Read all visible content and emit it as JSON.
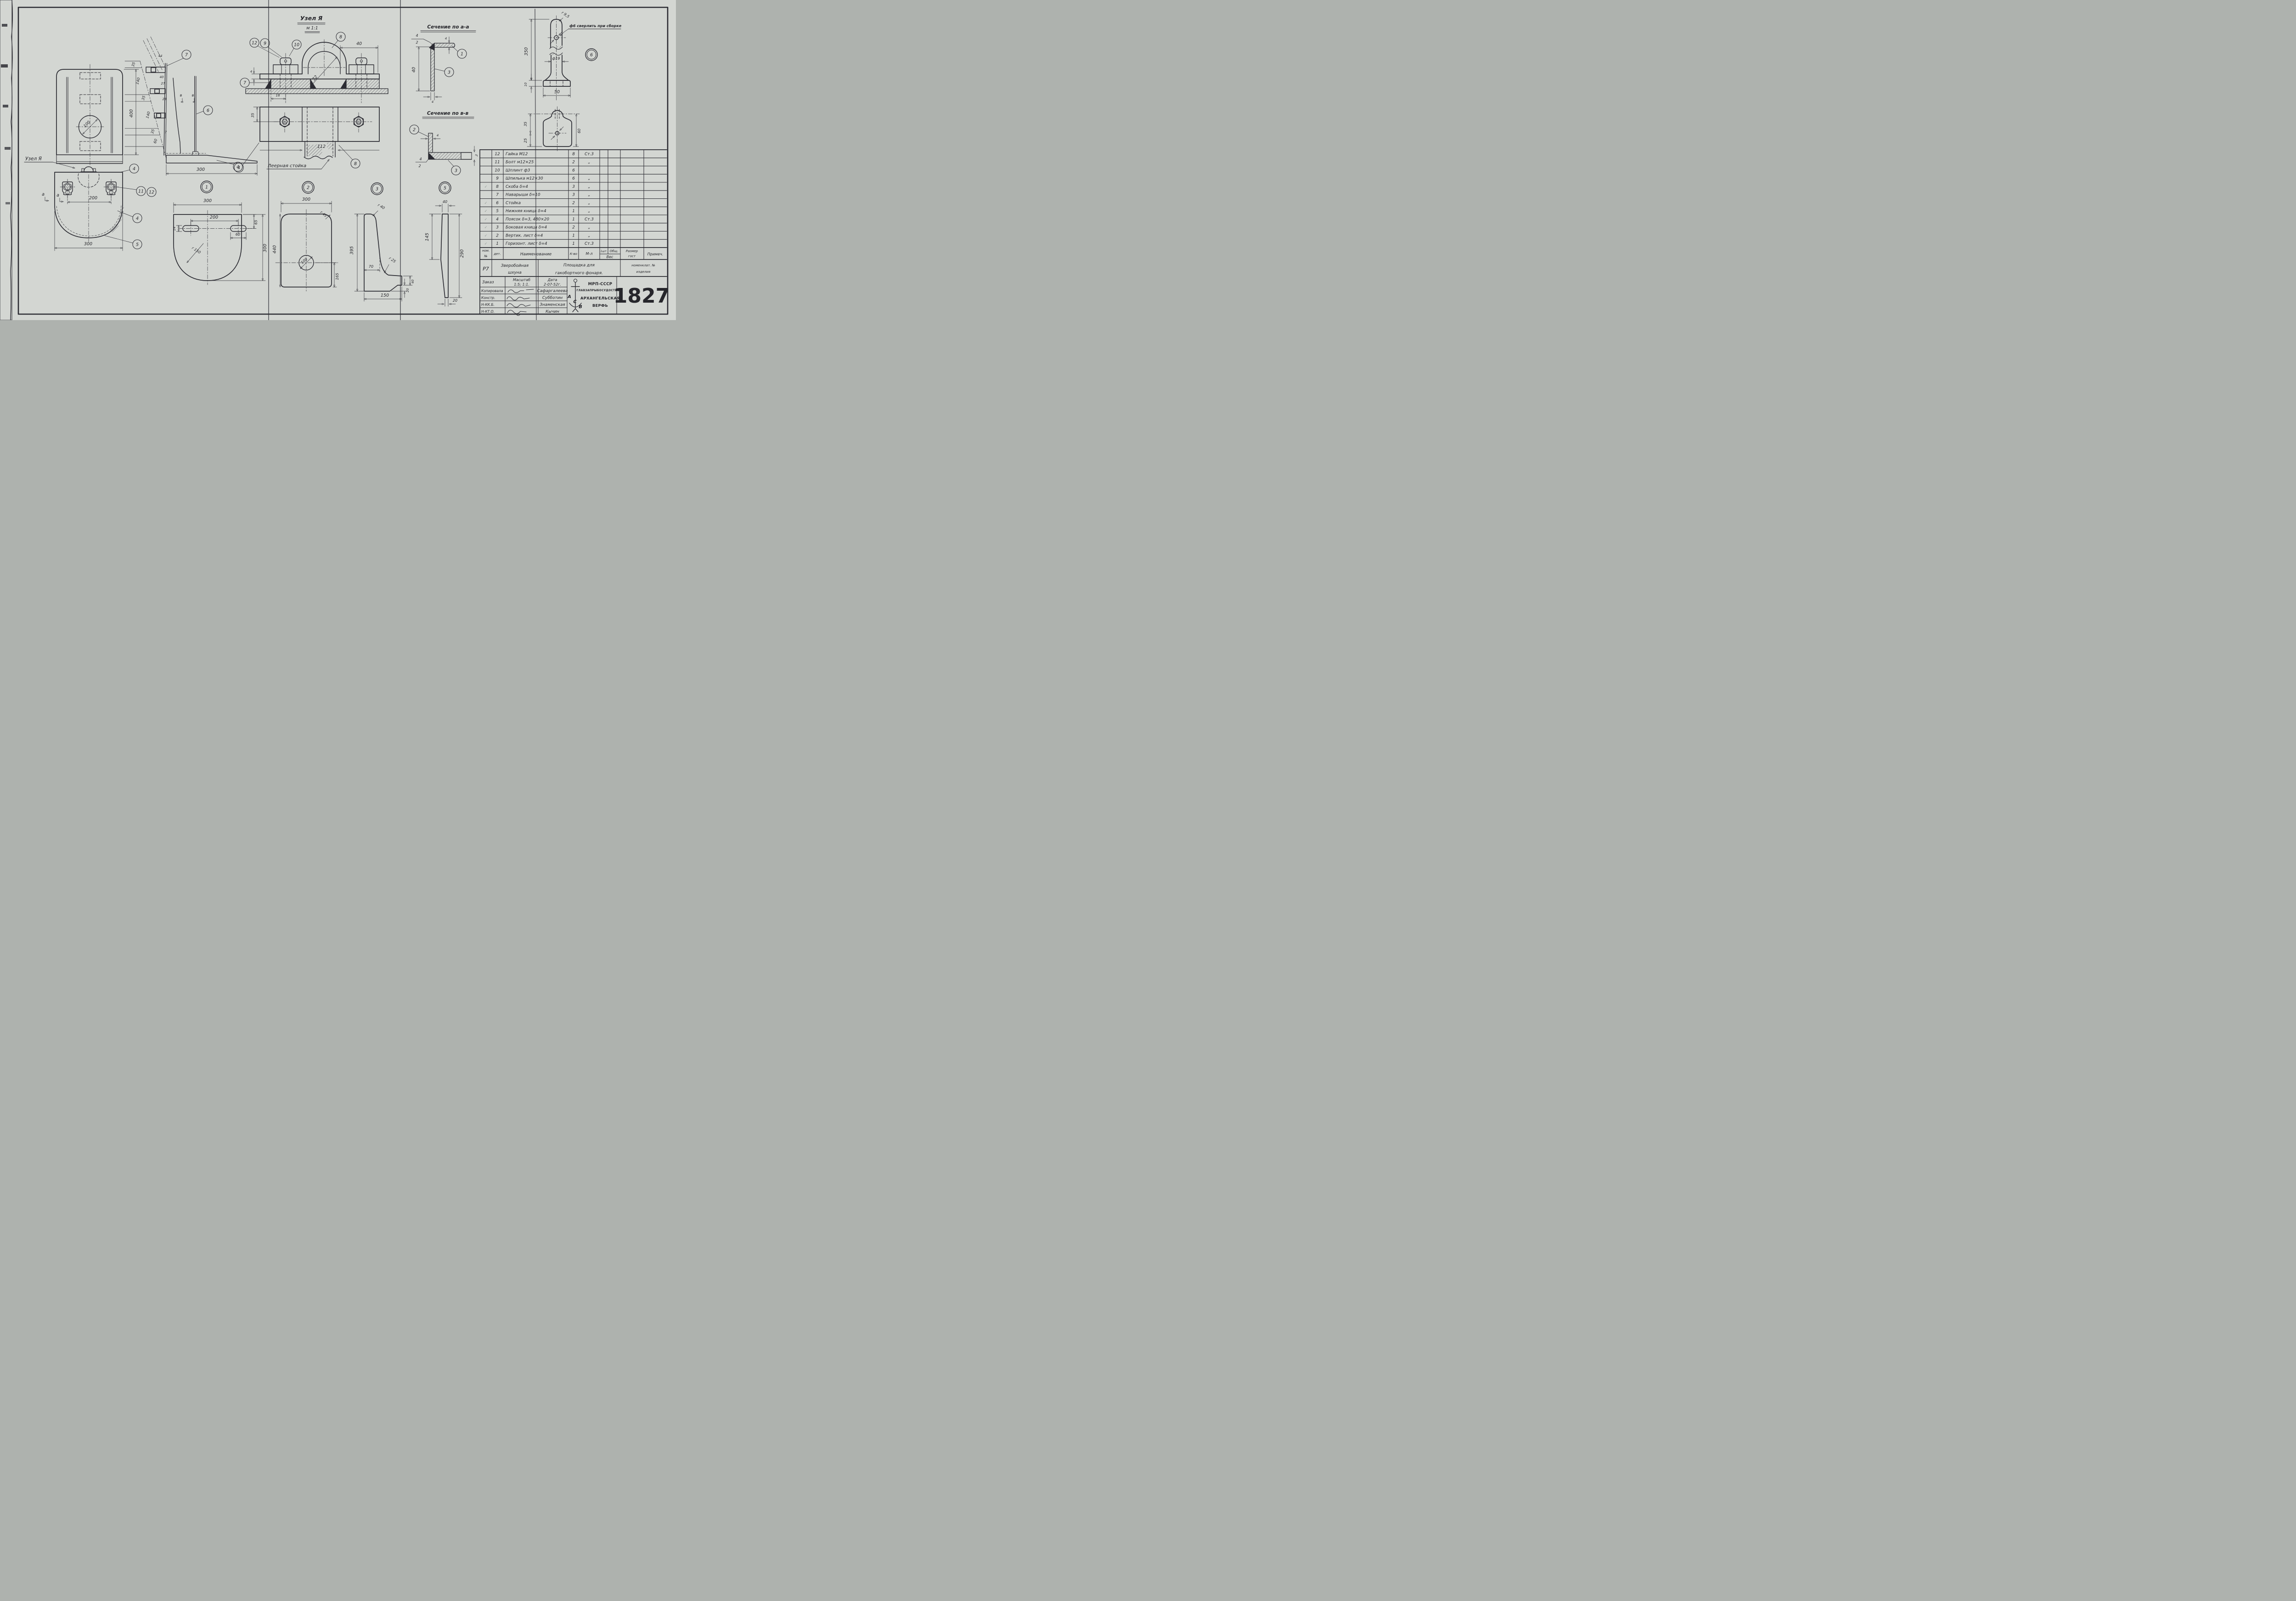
{
  "doc": {
    "number": "1827",
    "project_code": "Р7",
    "ship_l1": "Зверобойная",
    "ship_l2": "шхуна",
    "title_l1": "Площадка для",
    "title_l2": "гакобортного фонаря.",
    "nomen_l1": "номенклат. №",
    "nomen_l2": "изделия",
    "order_label": "Заказ",
    "scale_label": "Масштаб",
    "scale_value": "1:5; 1:1.",
    "date_label": "Дата",
    "date_value": "2-07-52г.",
    "org": {
      "l1": "МРП-СССР",
      "l2": "ГЛАВЗАПРЫБОСУДОСТРОЙ",
      "l3": "АРХАНГЕЛЬСКАЯ",
      "l4": "ВЕРФЬ",
      "logo_a": "А",
      "logo_s": "С",
      "logo_v": "В"
    },
    "sign_rows": [
      {
        "role": "Копировала",
        "name": "Сафаргалеева"
      },
      {
        "role": "Констр.",
        "name": "Субботин"
      },
      {
        "role": "Н-КК.Б.",
        "name": "Знаменская"
      },
      {
        "role": "Н-КТ.О.",
        "name": "Кычин"
      }
    ]
  },
  "table": {
    "header": {
      "c0a": "ном.",
      "c0b": "№",
      "c1": "дет.",
      "c2": "Наименование",
      "c3": "К-во",
      "c4": "М-л",
      "c5": "1шт.",
      "c6": "Общ.",
      "c56": "Вес",
      "c7a": "Размер",
      "c7b": "гост",
      "c8": "Примеч."
    },
    "rows": [
      {
        "no": "12",
        "name": "Гайка  М12",
        "qty": "8",
        "mat": "Ст.3",
        "chk": ""
      },
      {
        "no": "11",
        "name": "Болт  м12×25",
        "qty": "2",
        "mat": "„",
        "chk": ""
      },
      {
        "no": "10",
        "name": "Шплинт  ф3",
        "qty": "6",
        "mat": "",
        "chk": ""
      },
      {
        "no": "9",
        "name": "Шпилька  м12×30",
        "qty": "6",
        "mat": "„",
        "chk": ""
      },
      {
        "no": "8",
        "name": "Скоба  δ=4",
        "qty": "3",
        "mat": "„",
        "chk": "✓"
      },
      {
        "no": "7",
        "name": "Наварыши  δ=10",
        "qty": "3",
        "mat": "„",
        "chk": ""
      },
      {
        "no": "6",
        "name": "Стойка",
        "qty": "2",
        "mat": "„",
        "chk": "✓"
      },
      {
        "no": "5",
        "name": "Нижняя кница δ=4",
        "qty": "1",
        "mat": "„",
        "chk": "✓"
      },
      {
        "no": "4",
        "name": "Поясок δ=3, 480×20",
        "qty": "1",
        "mat": "Ст.3",
        "chk": "✓"
      },
      {
        "no": "3",
        "name": "Боковая кница δ=4",
        "qty": "2",
        "mat": "„",
        "chk": "✓"
      },
      {
        "no": "2",
        "name": "Вертик. лист δ=4",
        "qty": "1",
        "mat": "„",
        "chk": "✓"
      },
      {
        "no": "1",
        "name": "Горизонт. лист δ=4",
        "qty": "1",
        "mat": "Ст.3",
        "chk": "✓"
      }
    ]
  },
  "uzel": {
    "title": "Узел Я",
    "scale": "м 1:1",
    "b12": "12",
    "b9": "9",
    "b10": "10",
    "b8": "8",
    "b7": "7",
    "b8b": "8",
    "b4": "4",
    "d40": "40",
    "d32": "32",
    "d4": "4",
    "d18": "18",
    "d35": "35",
    "d112": "112",
    "leer": "Леерная стойка"
  },
  "front": {
    "d400": "400",
    "d100": "100",
    "uzel_label": "Узел Я"
  },
  "strip": {
    "b7": "7",
    "b6": "6",
    "b4": "4",
    "d44": "44",
    "d40": "40",
    "d27": "27",
    "d23": "23",
    "d7": "7",
    "d300": "300",
    "lad": [
      "35",
      "140",
      "35",
      "140",
      "35",
      "60"
    ],
    "sec": "в"
  },
  "uplate": {
    "d200": "200",
    "d300": "300",
    "b11": "11",
    "b12": "12",
    "b4a": "4",
    "b4b": "4",
    "b5": "5",
    "sec": "а"
  },
  "sec_aa": {
    "title": "Сечение по а-а",
    "w4": "4",
    "w2": "2",
    "d40": "40",
    "d4t": "4",
    "d4b": "4",
    "b1": "1",
    "b3": "3"
  },
  "sec_vv": {
    "title": "Сечение по в-в",
    "w4": "4",
    "w2": "2",
    "d4": "4",
    "d3": "3",
    "b2": "2",
    "b3": "3"
  },
  "det6": {
    "b": "6",
    "r95": "r 9,5",
    "note": "ф6 сверлить при сборке",
    "d350": "350",
    "d19": "ф19",
    "d10": "10",
    "d50": "50"
  },
  "keyplate": {
    "d35": "35",
    "d25": "25",
    "d60": "60"
  },
  "det1": {
    "b": "1",
    "d300t": "300",
    "d200": "200",
    "d14": "14",
    "d60": "60",
    "d65": "65",
    "r150": "r 150",
    "d300r": "300",
    "d440": "440"
  },
  "det2": {
    "b": "2",
    "d300": "300",
    "r45": "r 45",
    "d100": "100",
    "d165": "165"
  },
  "det3": {
    "b": "3",
    "d395": "395",
    "r40": "r 40",
    "d70": "70",
    "r25": "r 25",
    "d40": "40",
    "d20": "20",
    "d150": "150"
  },
  "det5": {
    "b": "5",
    "d40": "40",
    "d145": "145",
    "d290": "290",
    "d20": "20"
  }
}
